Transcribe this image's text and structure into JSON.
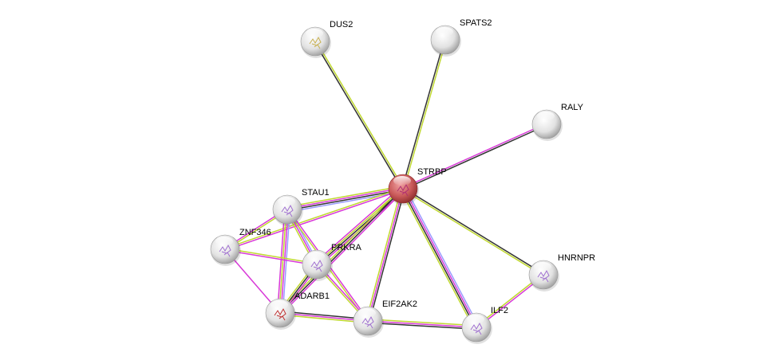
{
  "network": {
    "query_node": "STRBP",
    "nodes": [
      {
        "id": "DUS2",
        "label": "DUS2",
        "color": "#e8e8e8",
        "structure": "#c8b050"
      },
      {
        "id": "SPATS2",
        "label": "SPATS2",
        "color": "#e8e8e8",
        "structure": ""
      },
      {
        "id": "RALY",
        "label": "RALY",
        "color": "#e8e8e8",
        "structure": ""
      },
      {
        "id": "STRBP",
        "label": "STRBP",
        "color": "#d05a5a",
        "structure": "#b03070"
      },
      {
        "id": "STAU1",
        "label": "STAU1",
        "color": "#e8e8e8",
        "structure": "#a070d0"
      },
      {
        "id": "ZNF346",
        "label": "ZNF346",
        "color": "#e8e8e8",
        "structure": "#a070d0"
      },
      {
        "id": "PRKRA",
        "label": "PRKRA",
        "color": "#e8e8e8",
        "structure": "#a070d0"
      },
      {
        "id": "HNRNPR",
        "label": "HNRNPR",
        "color": "#e8e8e8",
        "structure": "#a070d0"
      },
      {
        "id": "ADARB1",
        "label": "ADARB1",
        "color": "#e8e8e8",
        "structure": "#c03030"
      },
      {
        "id": "EIF2AK2",
        "label": "EIF2AK2",
        "color": "#e8e8e8",
        "structure": "#a070d0"
      },
      {
        "id": "ILF2",
        "label": "ILF2",
        "color": "#e8e8e8",
        "structure": "#a070d0"
      }
    ],
    "evidence_colors": {
      "text": "#c0d830",
      "exp": "#d838d8",
      "coexp": "#333333",
      "db": "#9a9aff"
    },
    "edges": [
      {
        "a": "STRBP",
        "b": "DUS2",
        "ev": [
          "coexp",
          "text"
        ]
      },
      {
        "a": "STRBP",
        "b": "SPATS2",
        "ev": [
          "coexp",
          "text"
        ]
      },
      {
        "a": "STRBP",
        "b": "RALY",
        "ev": [
          "exp",
          "coexp"
        ]
      },
      {
        "a": "STRBP",
        "b": "STAU1",
        "ev": [
          "db",
          "coexp",
          "exp",
          "text"
        ]
      },
      {
        "a": "STRBP",
        "b": "ZNF346",
        "ev": [
          "exp",
          "text"
        ]
      },
      {
        "a": "STRBP",
        "b": "PRKRA",
        "ev": [
          "exp",
          "coexp",
          "text",
          "exp"
        ]
      },
      {
        "a": "STRBP",
        "b": "ADARB1",
        "ev": [
          "exp",
          "coexp",
          "text"
        ]
      },
      {
        "a": "STRBP",
        "b": "EIF2AK2",
        "ev": [
          "coexp",
          "exp",
          "text"
        ]
      },
      {
        "a": "STRBP",
        "b": "ILF2",
        "ev": [
          "db",
          "exp",
          "coexp",
          "text"
        ]
      },
      {
        "a": "STRBP",
        "b": "HNRNPR",
        "ev": [
          "coexp",
          "text"
        ]
      },
      {
        "a": "STAU1",
        "b": "ZNF346",
        "ev": [
          "text",
          "exp"
        ]
      },
      {
        "a": "STAU1",
        "b": "PRKRA",
        "ev": [
          "db",
          "exp",
          "text"
        ]
      },
      {
        "a": "STAU1",
        "b": "ADARB1",
        "ev": [
          "db",
          "exp",
          "text",
          "exp"
        ]
      },
      {
        "a": "STAU1",
        "b": "EIF2AK2",
        "ev": [
          "exp",
          "text"
        ]
      },
      {
        "a": "ZNF346",
        "b": "PRKRA",
        "ev": [
          "text",
          "exp"
        ]
      },
      {
        "a": "ZNF346",
        "b": "ADARB1",
        "ev": [
          "exp"
        ]
      },
      {
        "a": "PRKRA",
        "b": "ADARB1",
        "ev": [
          "exp",
          "coexp",
          "text"
        ]
      },
      {
        "a": "PRKRA",
        "b": "EIF2AK2",
        "ev": [
          "exp",
          "text"
        ]
      },
      {
        "a": "ADARB1",
        "b": "EIF2AK2",
        "ev": [
          "coexp",
          "exp",
          "text"
        ]
      },
      {
        "a": "EIF2AK2",
        "b": "ILF2",
        "ev": [
          "text",
          "exp",
          "coexp"
        ]
      },
      {
        "a": "ILF2",
        "b": "HNRNPR",
        "ev": [
          "text",
          "exp"
        ]
      }
    ]
  }
}
